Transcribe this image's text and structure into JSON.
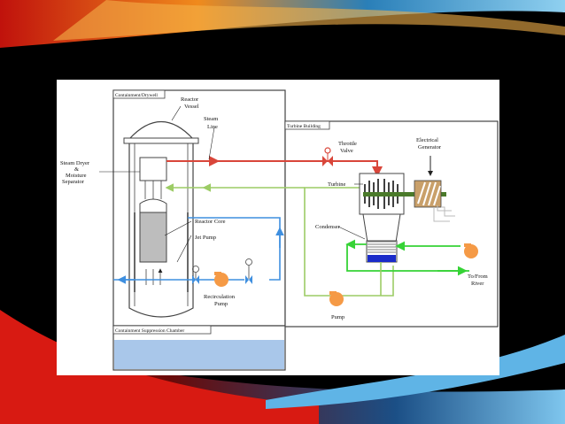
{
  "labels": {
    "containment": "Containment/Drywell",
    "reactor_vessel_1": "Reactor",
    "reactor_vessel_2": "Vessel",
    "steam_line_1": "Steam",
    "steam_line_2": "Line",
    "steam_dryer_1": "Steam Dryer",
    "steam_dryer_2": "&",
    "steam_dryer_3": "Moisture",
    "steam_dryer_4": "Separator",
    "reactor_core": "Reactor Core",
    "jet_pump": "Jet Pump",
    "recirc_pump_1": "Recirculation",
    "recirc_pump_2": "Pump",
    "suppression": "Containment Suppression Chamber",
    "turbine_building": "Turbine Building",
    "throttle_valve_1": "Throttle",
    "throttle_valve_2": "Valve",
    "turbine": "Turbine",
    "generator_1": "Electrical",
    "generator_2": "Generator",
    "condenser": "Condenser",
    "pump": "Pump",
    "river_1": "To/From",
    "river_2": "River"
  },
  "colors": {
    "steam": "#d9463a",
    "feedwater": "#9ccc65",
    "recirc": "#3f8fdf",
    "cooling": "#36d336",
    "pump": "#f59a46",
    "suppression_water": "#a9c7ea",
    "core": "#bdbdbd"
  }
}
